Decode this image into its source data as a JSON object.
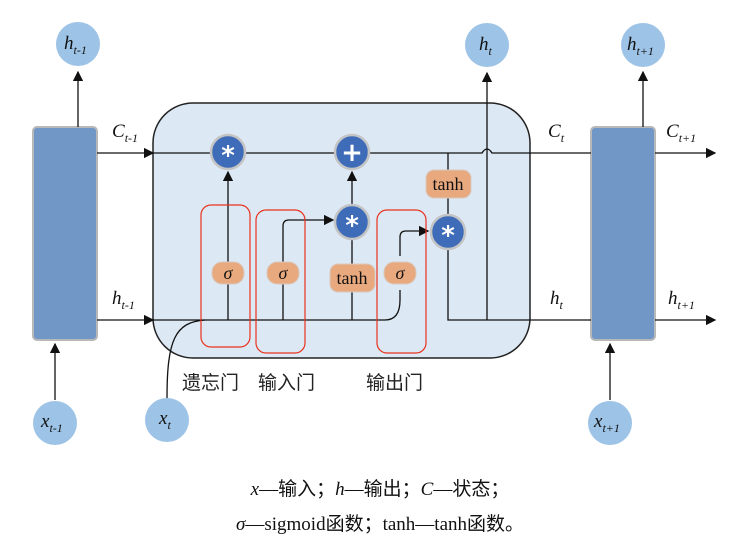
{
  "blocks": {
    "fill": "#7097c6",
    "cell_fill": "#dce8f3",
    "circle_fill": "#9dc3e6",
    "op_fill": "#3f6cb8",
    "gate_fill": "#e9a97f",
    "gate_box": "#e8321e"
  },
  "labels": {
    "h_prev": {
      "base": "h",
      "sub": "t-1"
    },
    "h_cur": {
      "base": "h",
      "sub": "t"
    },
    "h_next": {
      "base": "h",
      "sub": "t+1"
    },
    "x_prev": {
      "base": "x",
      "sub": "t-1"
    },
    "x_cur": {
      "base": "x",
      "sub": "t"
    },
    "x_next": {
      "base": "x",
      "sub": "t+1"
    },
    "C_prev": {
      "base": "C",
      "sub": "t-1"
    },
    "C_cur": {
      "base": "C",
      "sub": "t"
    },
    "C_next": {
      "base": "C",
      "sub": "t+1"
    }
  },
  "ops": {
    "multiply": "*",
    "add": "+"
  },
  "gates": {
    "sigma": "σ",
    "tanh": "tanh"
  },
  "gate_names": {
    "forget": "遗忘门",
    "input": "输入门",
    "output": "输出门"
  },
  "caption": {
    "line1": [
      {
        "sym": "x",
        "text": "—输入；"
      },
      {
        "sym": "h",
        "text": "—输出；"
      },
      {
        "sym": "C",
        "text": "—状态；"
      }
    ],
    "line2": {
      "sym": "σ",
      "text": "—sigmoid函数；tanh—tanh函数。"
    }
  }
}
